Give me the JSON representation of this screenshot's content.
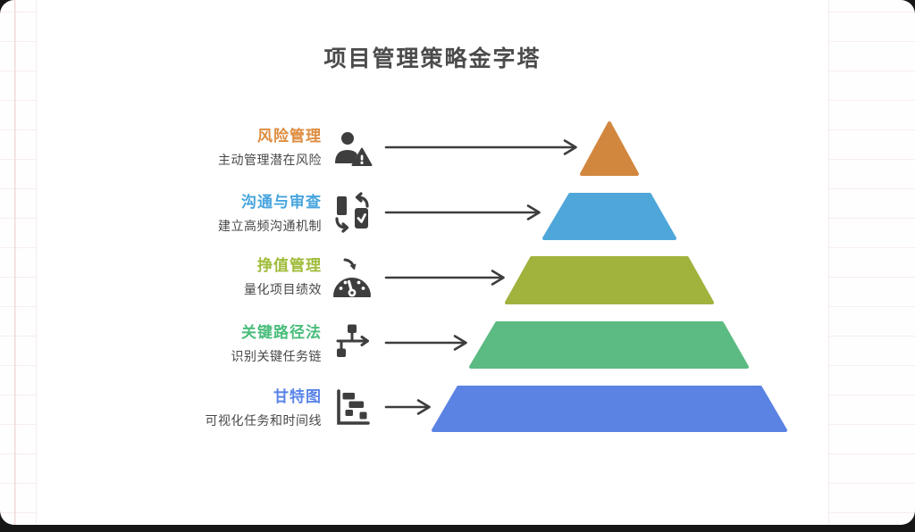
{
  "title": "项目管理策略金字塔",
  "rows": [
    {
      "label": "风险管理",
      "description": "主动管理潜在风险",
      "color": "#DE8C3F",
      "icon": "user-alert-icon"
    },
    {
      "label": "沟通与审查",
      "description": "建立高频沟通机制",
      "color": "#47A5DE",
      "icon": "device-sync-check-icon"
    },
    {
      "label": "挣值管理",
      "description": "量化项目绩效",
      "color": "#9FBC3A",
      "icon": "gauge-icon"
    },
    {
      "label": "关键路径法",
      "description": "识别关键任务链",
      "color": "#4ABD7C",
      "icon": "flow-network-icon"
    },
    {
      "label": "甘特图",
      "description": "可视化任务和时间线",
      "color": "#5A84E8",
      "icon": "gantt-chart-icon"
    }
  ],
  "pyramid": {
    "type": "pyramid",
    "levels_top_to_bottom": [
      {
        "rank": 1,
        "label": "风险管理",
        "color": "#D2873E"
      },
      {
        "rank": 2,
        "label": "沟通与审查",
        "color": "#4FA7D9"
      },
      {
        "rank": 3,
        "label": "挣值管理",
        "color": "#A1B23D"
      },
      {
        "rank": 4,
        "label": "关键路径法",
        "color": "#5BBB82"
      },
      {
        "rank": 5,
        "label": "甘特图",
        "color": "#5B83E3"
      }
    ]
  },
  "style": {
    "arrow_color": "#3d3d3d",
    "icon_color": "#3e3e3e",
    "title_color": "#4b4b4b",
    "desc_color": "#484848",
    "paper_line_color": "#f7eded",
    "margin_line_color": "#f2d8d8"
  }
}
